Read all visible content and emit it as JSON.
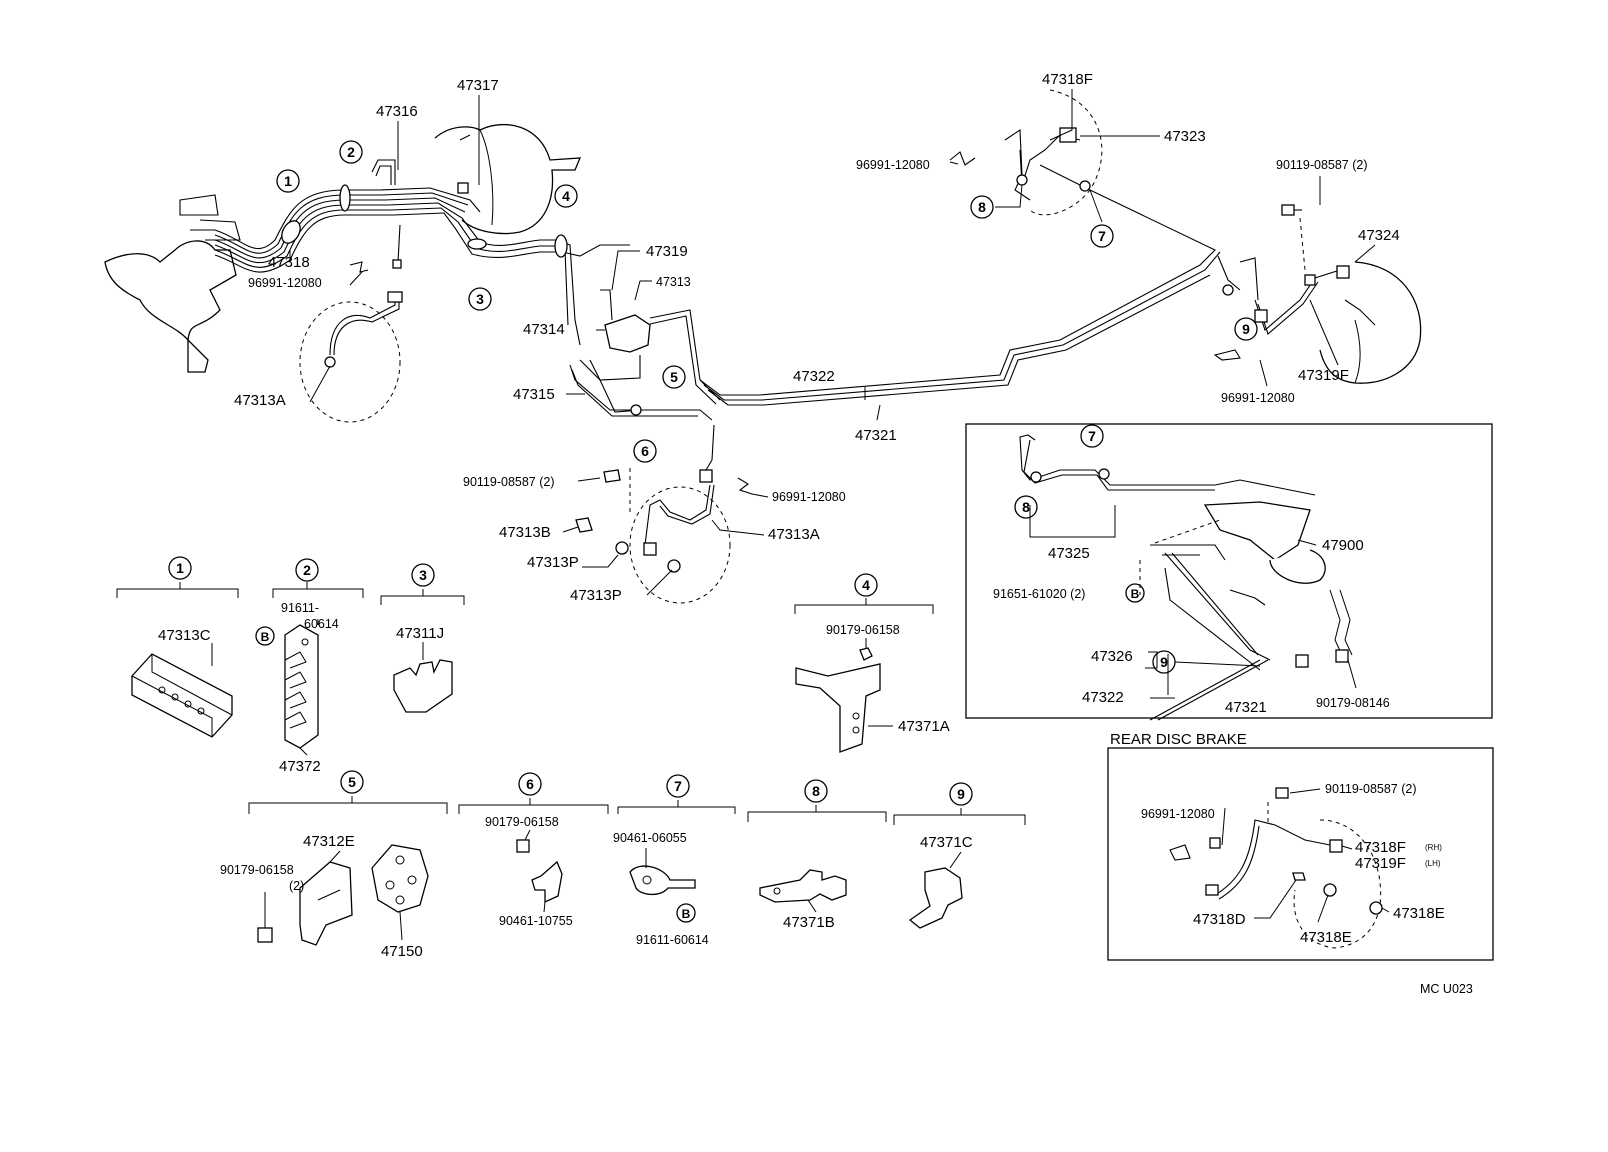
{
  "labels": {
    "p47317": "47317",
    "p47316": "47316",
    "p47318": "47318",
    "p96991_a": "96991-12080",
    "p47313A_a": "47313A",
    "p47319": "47319",
    "p47313": "47313",
    "p47314": "47314",
    "p47315": "47315",
    "p47322": "47322",
    "p47321": "47321",
    "p90119_a": "90119-08587 (2)",
    "p96991_b": "96991-12080",
    "p47313B": "47313B",
    "p47313A_b": "47313A",
    "p47313P_a": "47313P",
    "p47313P_b": "47313P",
    "p47318F_top": "47318F",
    "p47323": "47323",
    "p96991_c": "96991-12080",
    "p90119_b": "90119-08587 (2)",
    "p47324": "47324",
    "p47319F_top": "47319F",
    "p96991_d": "96991-12080",
    "p47325": "47325",
    "p47900": "47900",
    "p91651": "91651-61020 (2)",
    "p47326": "47326",
    "p47322_b": "47322",
    "p47321_b": "47321",
    "p90179_08146": "90179-08146",
    "rear_disc_brake": "REAR DISC BRAKE",
    "p90119_c": "90119-08587 (2)",
    "p96991_e": "96991-12080",
    "p47318F_rear": "47318F",
    "rh": "(RH)",
    "p47319F_rear": "47319F",
    "lh": "(LH)",
    "p47318D": "47318D",
    "p47318E_a": "47318E",
    "p47318E_b": "47318E",
    "p47313C": "47313C",
    "p91611_a1": "91611-",
    "p91611_a2": "60614",
    "p47311J": "47311J",
    "p47372": "47372",
    "p90179_06158_a": "90179-06158",
    "p47371A": "47371A",
    "p47312E": "47312E",
    "p90179_06158_b": "90179-06158",
    "qty2": "(2)",
    "p47150": "47150",
    "p90179_06158_c": "90179-06158",
    "p90461_10755": "90461-10755",
    "p90461_06055": "90461-06055",
    "p91611_b": "91611-60614",
    "p47371B": "47371B",
    "p47371C": "47371C",
    "code": "MC U023"
  },
  "callouts": {
    "c1": "1",
    "c2": "2",
    "c3": "3",
    "c4": "4",
    "c5": "5",
    "c6": "6",
    "c7": "7",
    "c8": "8",
    "c9": "9",
    "B": "B"
  }
}
